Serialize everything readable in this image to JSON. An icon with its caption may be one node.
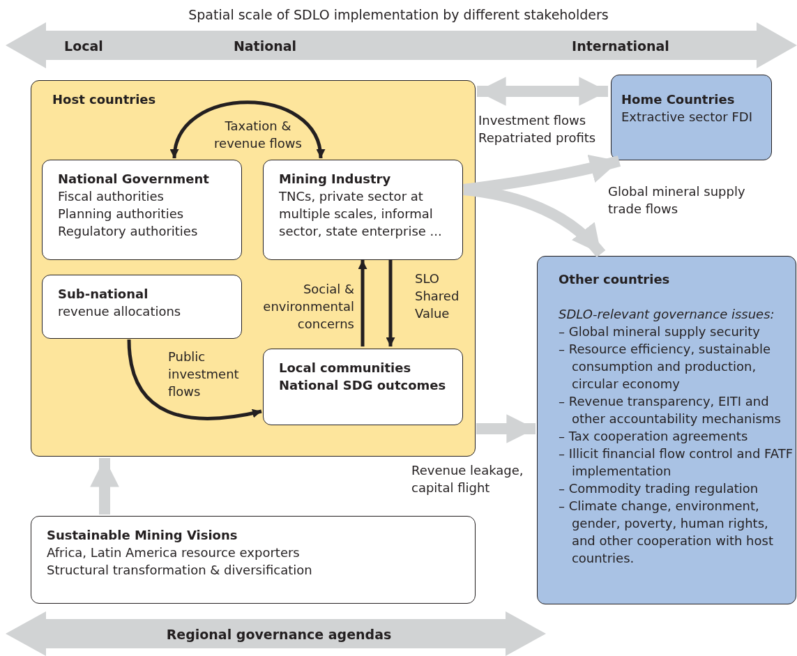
{
  "diagram": {
    "title": "Spatial scale of SDLO implementation by different stakeholders",
    "nodes": [
      {
        "text": [
          "Host countries"
        ]
      },
      {
        "text": [
          "National Government",
          "Fiscal authorities",
          "Planning authorities",
          "Regulatory authorities"
        ],
        "in": 0
      },
      {
        "text": [
          "Mining Industry",
          "TNCs, private sector at multiple scales, informal sector, state enterprise ..."
        ],
        "in": 0
      },
      {
        "text": [
          "Sub-national",
          "revenue allocations"
        ],
        "in": 0
      },
      {
        "text": [
          "Local communities National SDG outcomes"
        ],
        "in": 0
      },
      {
        "text": [
          "Home Countries",
          "Extractive sector FDI"
        ]
      },
      {
        "text": [
          "Other countries",
          "SDLO-relevant governance issues:",
          "– Global mineral supply security",
          "– Resource efficiency, sustainable consumption and production, circular economy",
          "– Revenue transparency, EITI and other accountability mechanisms",
          "– Tax cooperation agreements",
          "– Illicit financial flow control and FATF implementation",
          "– Commodity trading regulation",
          "– Climate change, environment, gender, poverty, human rights, and other cooperation with host countries."
        ]
      },
      {
        "text": [
          "Sustainable Mining Visions",
          "Africa, Latin America resource exporters",
          "Structural transformation & diversification"
        ]
      }
    ],
    "edges": [
      {
        "from": 0,
        "to": 5,
        "arrow": "both",
        "label": "Investment flows Repatriated profits"
      },
      {
        "from": 1,
        "to": 2,
        "arrow": "both",
        "label": "Taxation & revenue flows",
        "color": "#231f20"
      },
      {
        "from": 2,
        "to": 4,
        "arrow": "to",
        "label": "SLO Shared Value",
        "color": "#231f20"
      },
      {
        "from": 4,
        "to": 2,
        "arrow": "to",
        "label": "Social & environmental concerns",
        "color": "#231f20"
      },
      {
        "from": 3,
        "to": 4,
        "arrow": "to",
        "label": "Public investment flows",
        "color": "#231f20"
      },
      {
        "from": 2,
        "to": 5,
        "arrow": "to"
      },
      {
        "from": 2,
        "to": 6,
        "arrow": "to",
        "label": "Global mineral supply trade flows"
      },
      {
        "from": 0,
        "to": 6,
        "arrow": "to",
        "label": "Revenue leakage, capital flight"
      },
      {
        "from": 7,
        "to": 0,
        "arrow": "to"
      }
    ],
    "labels": [
      "Local",
      "National",
      "International",
      "Regional governance agendas"
    ]
  }
}
